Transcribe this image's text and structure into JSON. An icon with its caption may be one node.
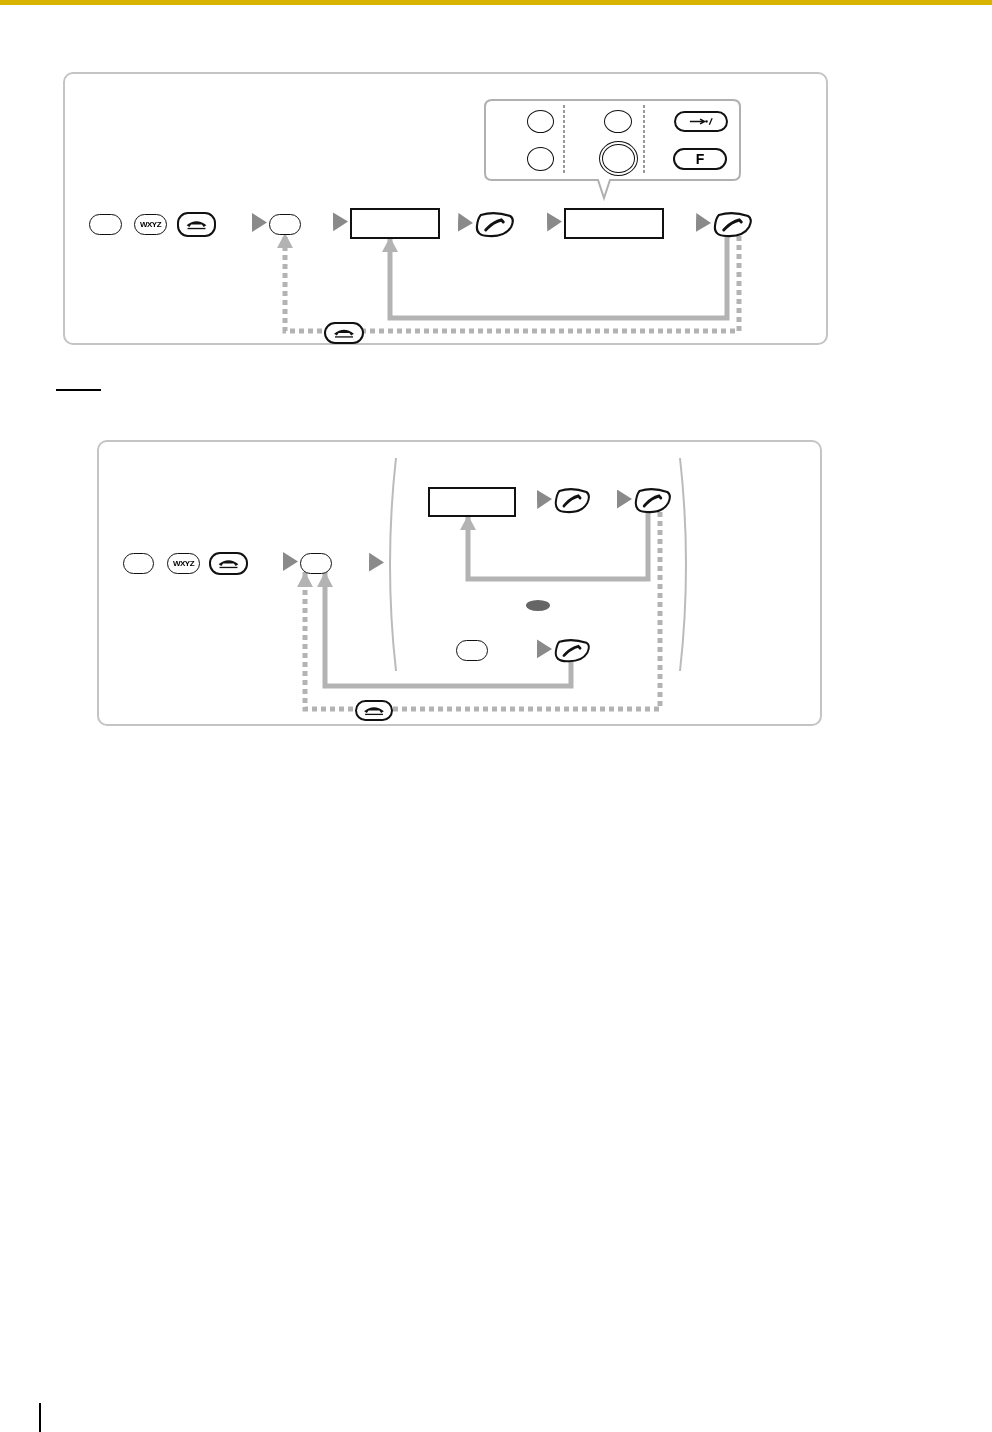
{
  "diagram": {
    "nodes": [
      {
        "text": [],
        "shape": "panel"
      },
      {
        "text": [],
        "shape": "button",
        "in": 0
      },
      {
        "text": [
          "WXYZ"
        ],
        "in": 0
      },
      {
        "text": [],
        "shape": "button",
        "in": 0
      },
      {
        "text": [],
        "shape": "button",
        "in": 0
      },
      {
        "text": [],
        "shape": "box",
        "in": 0
      },
      {
        "text": [],
        "shape": "button",
        "in": 0
      },
      {
        "text": [],
        "shape": "box",
        "in": 0
      },
      {
        "text": [],
        "shape": "button",
        "in": 0
      },
      {
        "text": [],
        "shape": "callout",
        "in": 0
      },
      {
        "text": [],
        "shape": "circle",
        "in": 9
      },
      {
        "text": [],
        "shape": "circle",
        "in": 9
      },
      {
        "text": [],
        "shape": "button",
        "in": 9
      },
      {
        "text": [],
        "shape": "circle",
        "in": 9
      },
      {
        "text": [],
        "shape": "circle",
        "in": 9
      },
      {
        "text": [
          "F"
        ],
        "in": 9
      },
      {
        "text": [],
        "shape": "button",
        "in": 0
      },
      {
        "text": [],
        "shape": "panel"
      },
      {
        "text": [],
        "shape": "button",
        "in": 17
      },
      {
        "text": [
          "WXYZ"
        ],
        "in": 17
      },
      {
        "text": [],
        "shape": "button",
        "in": 17
      },
      {
        "text": [],
        "shape": "button",
        "in": 17
      },
      {
        "text": [],
        "shape": "bracket",
        "in": 17
      },
      {
        "text": [],
        "shape": "box",
        "in": 22
      },
      {
        "text": [],
        "shape": "button",
        "in": 22
      },
      {
        "text": [],
        "shape": "button",
        "in": 22
      },
      {
        "text": [],
        "shape": "button",
        "in": 22
      },
      {
        "text": [],
        "shape": "button",
        "in": 22
      },
      {
        "text": [],
        "shape": "button",
        "in": 17
      }
    ],
    "edges": [
      {
        "from": 3,
        "to": 4,
        "arrow": "to"
      },
      {
        "from": 4,
        "to": 5,
        "arrow": "to"
      },
      {
        "from": 5,
        "to": 6,
        "arrow": "to"
      },
      {
        "from": 6,
        "to": 7,
        "arrow": "to"
      },
      {
        "from": 7,
        "to": 8,
        "arrow": "to"
      },
      {
        "from": 8,
        "to": 5,
        "arrow": "to",
        "style": "thick",
        "color": "#b3b3b3"
      },
      {
        "from": 8,
        "to": 16,
        "arrow": "none",
        "style": "dashed",
        "color": "#b3b3b3"
      },
      {
        "from": 16,
        "to": 4,
        "arrow": "to",
        "style": "dashed",
        "color": "#b3b3b3"
      },
      {
        "from": 20,
        "to": 21,
        "arrow": "to"
      },
      {
        "from": 21,
        "to": 22,
        "arrow": "to"
      },
      {
        "from": 23,
        "to": 24,
        "arrow": "to"
      },
      {
        "from": 24,
        "to": 25,
        "arrow": "to"
      },
      {
        "from": 26,
        "to": 27,
        "arrow": "to"
      },
      {
        "from": 25,
        "to": 23,
        "arrow": "to",
        "style": "thick",
        "color": "#b3b3b3"
      },
      {
        "from": 27,
        "to": 21,
        "arrow": "to",
        "style": "thick",
        "color": "#b3b3b3"
      },
      {
        "from": 25,
        "to": 28,
        "arrow": "none",
        "style": "dashed",
        "color": "#b3b3b3"
      },
      {
        "from": 28,
        "to": 21,
        "arrow": "to",
        "style": "dashed",
        "color": "#b3b3b3"
      }
    ]
  }
}
